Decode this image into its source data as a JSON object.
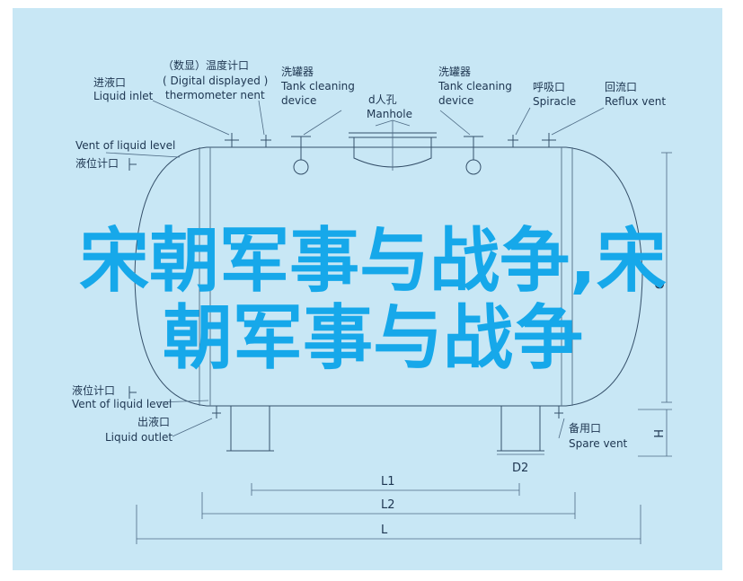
{
  "labels": {
    "liquid_inlet_cn": "进液口",
    "liquid_inlet_en": "Liquid inlet",
    "thermo_cn": "（数显）温度计口",
    "thermo_en1": "( Digital displayed )",
    "thermo_en2": "thermometer nent",
    "tank_clean1_cn": "洗罐器",
    "tank_clean1_en1": "Tank cleaning",
    "tank_clean1_en2": "device",
    "manhole_cn": "d人孔",
    "manhole_en": "Manhole",
    "tank_clean2_cn": "洗罐器",
    "tank_clean2_en1": "Tank cleaning",
    "tank_clean2_en2": "device",
    "spiracle_cn": "呼吸口",
    "spiracle_en": "Spiracle",
    "reflux_cn": "回流口",
    "reflux_en": "Reflux vent",
    "vent_top_en": "Vent of liquid level",
    "vent_top_cn": "液位计口",
    "vent_bottom_cn": "液位计口",
    "vent_bottom_en": "Vent of liquid level",
    "liquid_outlet_cn": "出液口",
    "liquid_outlet_en": "Liquid outlet",
    "spare_cn": "备用口",
    "spare_en": "Spare vent"
  },
  "dimensions": {
    "l1": "L1",
    "l2": "L2",
    "l": "L",
    "d": "D",
    "h": "H",
    "d2": "D2"
  },
  "headline": {
    "line1": "宋朝军事与战争,宋",
    "line2": "朝军事与战争"
  },
  "colors": {
    "background": "#c8e7f5",
    "headline": "#16a8ea",
    "line": "#35506a"
  }
}
